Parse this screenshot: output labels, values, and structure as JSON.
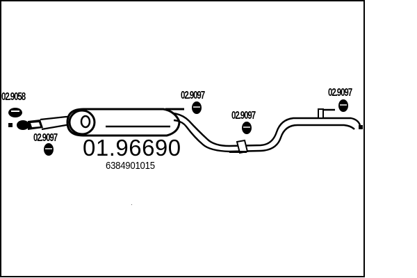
{
  "diagram": {
    "type": "exhaust-system-parts-diagram",
    "main_part_number": "01.96690",
    "oem_number": "6384901015",
    "line_color": "#000000",
    "background_color": "#ffffff",
    "callouts": [
      {
        "id": "c1",
        "label": "02.9058",
        "part": "rubber-ring-mount"
      },
      {
        "id": "c2",
        "label": "02.9097",
        "part": "rubber-hanger"
      },
      {
        "id": "c3",
        "label": "02.9097",
        "part": "rubber-hanger"
      },
      {
        "id": "c4",
        "label": "02.9097",
        "part": "rubber-hanger"
      },
      {
        "id": "c5",
        "label": "02.9097",
        "part": "rubber-hanger"
      }
    ]
  }
}
